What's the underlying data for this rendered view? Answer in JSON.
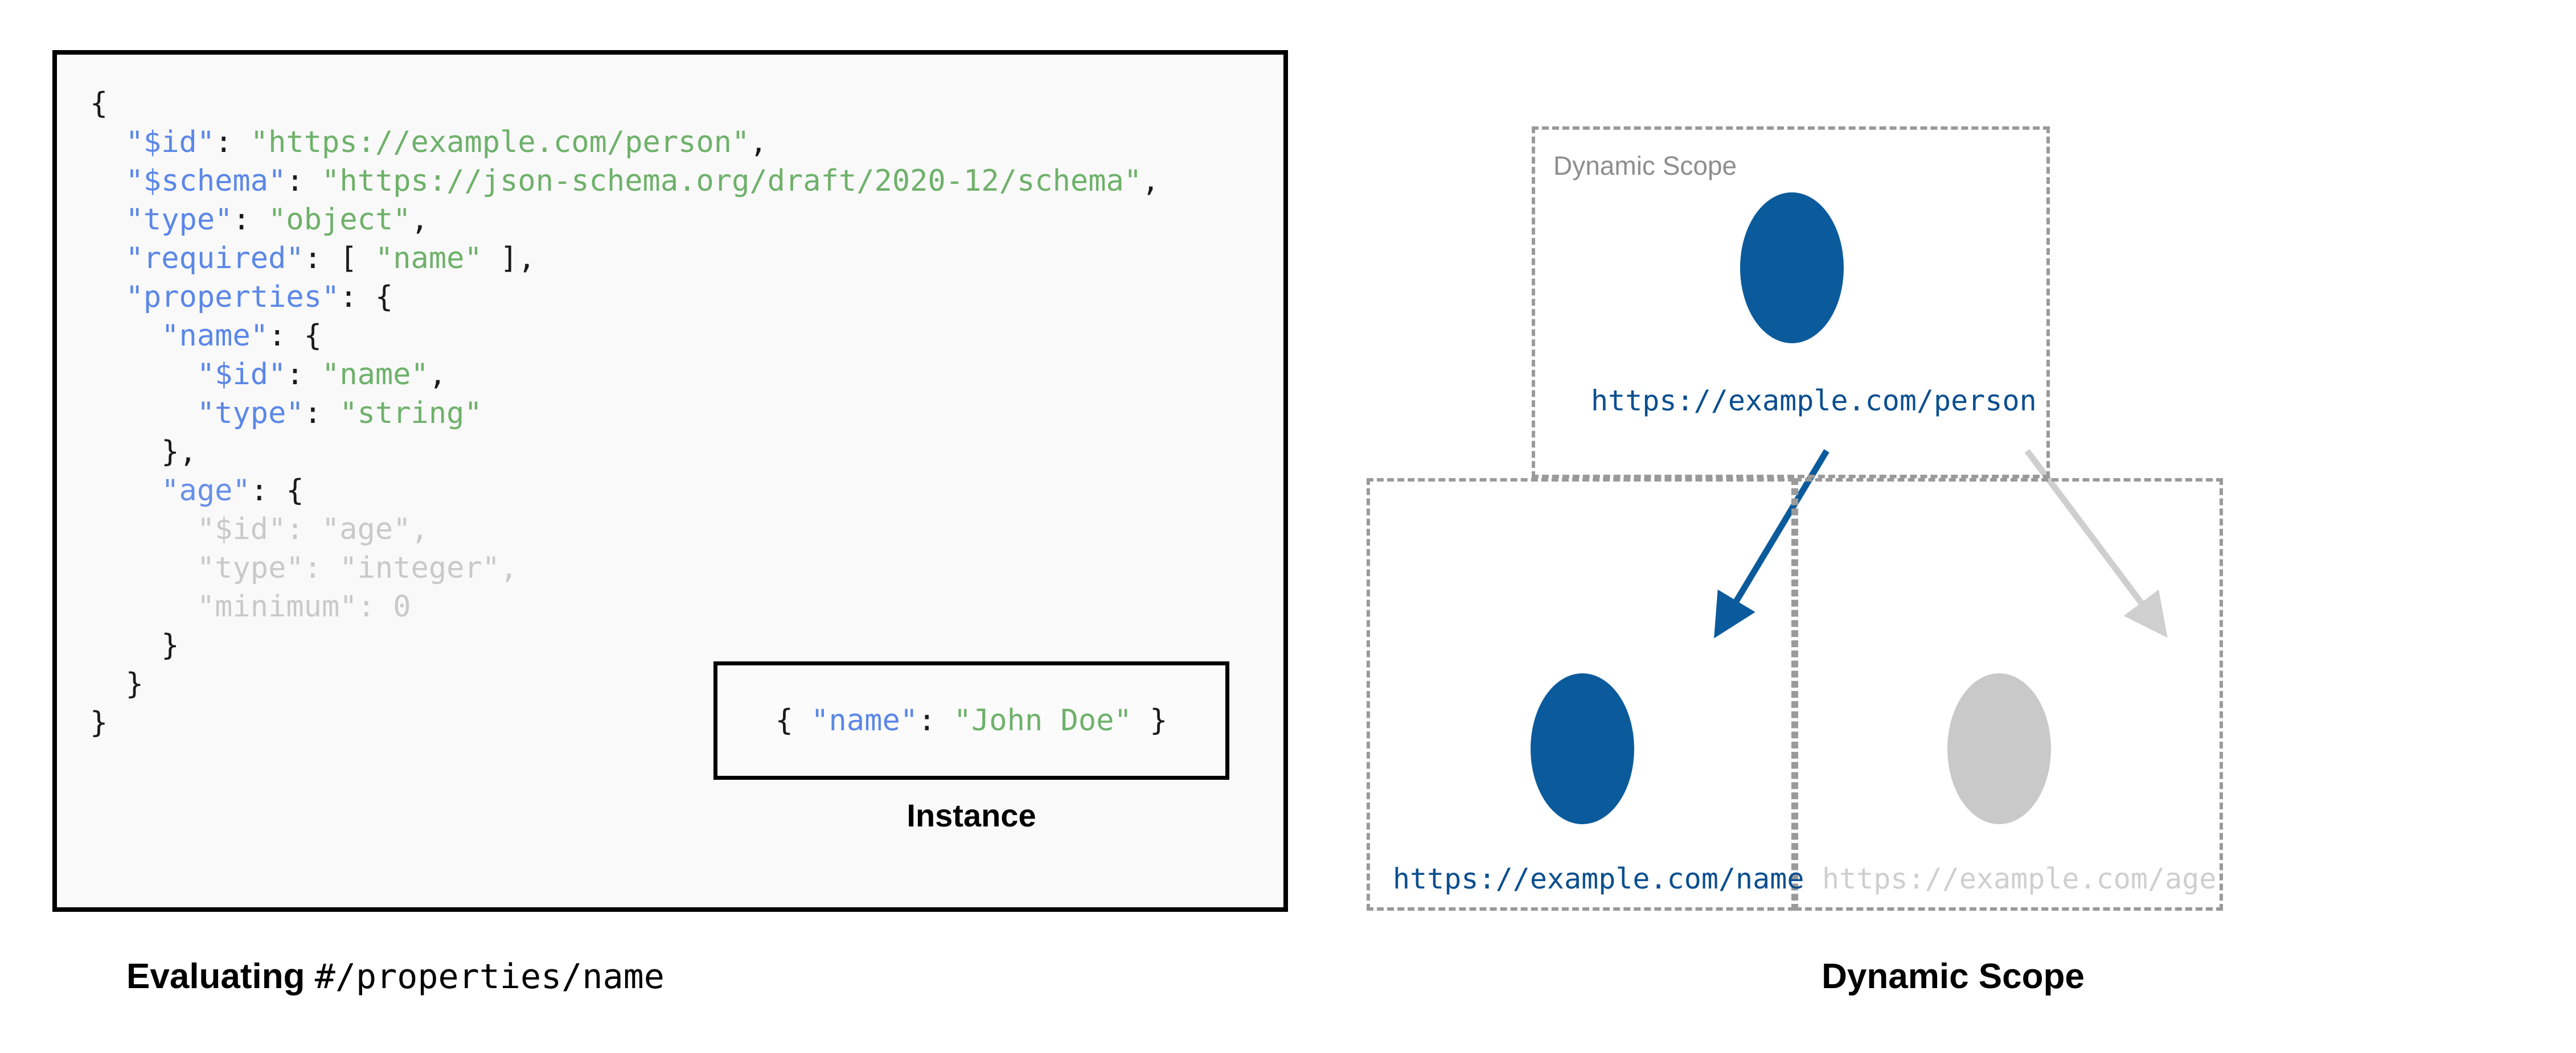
{
  "schema_panel": {
    "lines": [
      [
        {
          "t": "{",
          "c": "punct"
        }
      ],
      [
        {
          "t": "  ",
          "c": "punct"
        },
        {
          "t": "\"$id\"",
          "c": "key"
        },
        {
          "t": ": ",
          "c": "punct"
        },
        {
          "t": "\"https://example.com/person\"",
          "c": "str"
        },
        {
          "t": ",",
          "c": "punct"
        }
      ],
      [
        {
          "t": "  ",
          "c": "punct"
        },
        {
          "t": "\"$schema\"",
          "c": "key"
        },
        {
          "t": ": ",
          "c": "punct"
        },
        {
          "t": "\"https://json-schema.org/draft/2020-12/schema\"",
          "c": "str"
        },
        {
          "t": ",",
          "c": "punct"
        }
      ],
      [
        {
          "t": "  ",
          "c": "punct"
        },
        {
          "t": "\"type\"",
          "c": "key"
        },
        {
          "t": ": ",
          "c": "punct"
        },
        {
          "t": "\"object\"",
          "c": "str"
        },
        {
          "t": ",",
          "c": "punct"
        }
      ],
      [
        {
          "t": "  ",
          "c": "punct"
        },
        {
          "t": "\"required\"",
          "c": "key"
        },
        {
          "t": ": [ ",
          "c": "punct"
        },
        {
          "t": "\"name\"",
          "c": "str"
        },
        {
          "t": " ],",
          "c": "punct"
        }
      ],
      [
        {
          "t": "  ",
          "c": "punct"
        },
        {
          "t": "\"properties\"",
          "c": "key"
        },
        {
          "t": ": {",
          "c": "punct"
        }
      ],
      [
        {
          "t": "    ",
          "c": "punct"
        },
        {
          "t": "\"name\"",
          "c": "key"
        },
        {
          "t": ": {",
          "c": "punct"
        }
      ],
      [
        {
          "t": "      ",
          "c": "punct"
        },
        {
          "t": "\"$id\"",
          "c": "key"
        },
        {
          "t": ": ",
          "c": "punct"
        },
        {
          "t": "\"name\"",
          "c": "str"
        },
        {
          "t": ",",
          "c": "punct"
        }
      ],
      [
        {
          "t": "      ",
          "c": "punct"
        },
        {
          "t": "\"type\"",
          "c": "key"
        },
        {
          "t": ": ",
          "c": "punct"
        },
        {
          "t": "\"string\"",
          "c": "str"
        }
      ],
      [
        {
          "t": "    },",
          "c": "punct"
        }
      ],
      [
        {
          "t": "    ",
          "c": "punct"
        },
        {
          "t": "\"age\"",
          "c": "dim-key"
        },
        {
          "t": ": {",
          "c": "punct"
        }
      ],
      [
        {
          "t": "      \"$id\": \"age\",",
          "c": "dim"
        }
      ],
      [
        {
          "t": "      \"type\": \"integer\",",
          "c": "dim"
        }
      ],
      [
        {
          "t": "      \"minimum\": 0",
          "c": "dim"
        }
      ],
      [
        {
          "t": "    }",
          "c": "punct"
        }
      ],
      [
        {
          "t": "  }",
          "c": "punct"
        }
      ],
      [
        {
          "t": "}",
          "c": "punct"
        }
      ]
    ]
  },
  "instance": {
    "code_tokens": [
      {
        "t": "{ ",
        "c": "punct"
      },
      {
        "t": "\"name\"",
        "c": "key"
      },
      {
        "t": ": ",
        "c": "punct"
      },
      {
        "t": "\"John Doe\"",
        "c": "str"
      },
      {
        "t": " }",
        "c": "punct"
      }
    ],
    "caption": "Instance"
  },
  "left_caption": {
    "bold_text": "Evaluating ",
    "mono_text": "#/properties/name"
  },
  "diagram": {
    "scope_label": "Dynamic Scope",
    "nodes": [
      {
        "id": "person",
        "label": "https://example.com/person",
        "color": "#0b5b9c",
        "state": "active"
      },
      {
        "id": "name",
        "label": "https://example.com/name",
        "color": "#0b5b9c",
        "state": "active"
      },
      {
        "id": "age",
        "label": "https://example.com/age",
        "color": "#c9c9c9",
        "state": "inactive"
      }
    ],
    "edges": [
      {
        "from": "person",
        "to": "name",
        "color": "#0b5b9c",
        "state": "active"
      },
      {
        "from": "person",
        "to": "age",
        "color": "#cfcfcf",
        "state": "inactive"
      }
    ],
    "scope_boxes": [
      "root",
      "name",
      "age"
    ],
    "caption": "Dynamic Scope"
  },
  "colors": {
    "accent_blue": "#0b5b9c",
    "inactive_gray": "#c9c9c9",
    "syntax_key": "#5b87e8",
    "syntax_string": "#6eb16a",
    "dashed_border": "#9a9a9a",
    "panel_bg": "#f9f9f9"
  }
}
